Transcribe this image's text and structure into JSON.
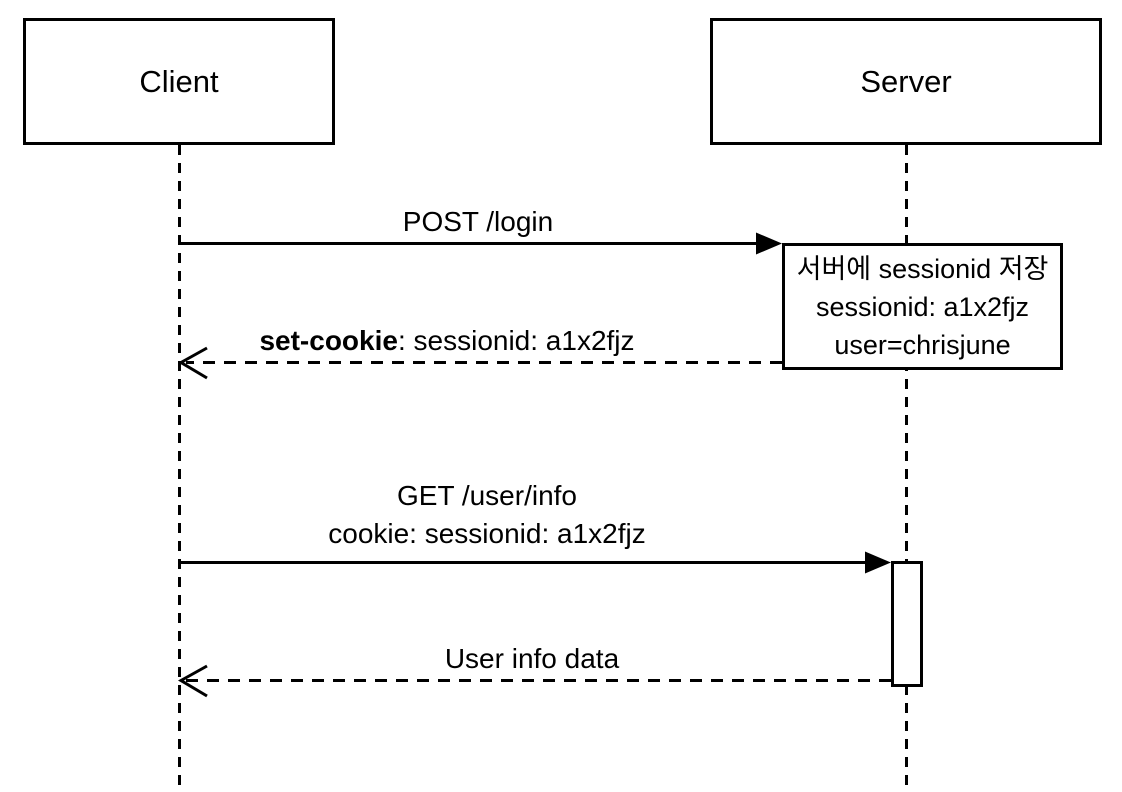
{
  "diagram": {
    "type": "sequence-diagram",
    "colors": {
      "stroke": "#000000",
      "background": "#ffffff"
    },
    "actors": [
      {
        "id": "client",
        "label": "Client"
      },
      {
        "id": "server",
        "label": "Server"
      }
    ],
    "messages": [
      {
        "id": "post-login",
        "from": "client",
        "to": "server",
        "style": "solid-filled-arrow",
        "label": "POST /login"
      },
      {
        "id": "set-cookie",
        "from": "server",
        "to": "client",
        "style": "dashed-open-arrow",
        "label_bold": "set-cookie",
        "label_rest": ": sessionid: a1x2fjz"
      },
      {
        "id": "get-user-info",
        "from": "client",
        "to": "server",
        "style": "solid-filled-arrow",
        "label_line1": "GET /user/info",
        "label_line2": "cookie: sessionid: a1x2fjz"
      },
      {
        "id": "user-info-data",
        "from": "server",
        "to": "client",
        "style": "dashed-open-arrow",
        "label": "User info data"
      }
    ],
    "note": {
      "attached_to": "server",
      "lines": [
        "서버에 sessionid 저장",
        "sessionid: a1x2fjz",
        "user=chrisjune"
      ]
    }
  }
}
